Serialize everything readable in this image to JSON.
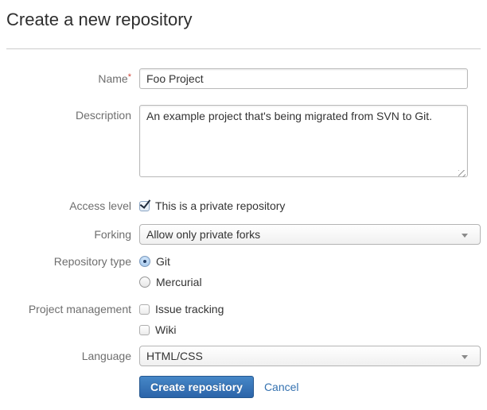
{
  "page": {
    "title": "Create a new repository"
  },
  "form": {
    "name": {
      "label": "Name",
      "required_marker": "*",
      "value": "Foo Project"
    },
    "description": {
      "label": "Description",
      "value": "An example project that's being migrated from SVN to Git."
    },
    "access_level": {
      "label": "Access level",
      "checkbox_label": "This is a private repository",
      "checked": true
    },
    "forking": {
      "label": "Forking",
      "selected_value": "Allow only private forks"
    },
    "repository_type": {
      "label": "Repository type",
      "options": [
        {
          "label": "Git",
          "selected": true
        },
        {
          "label": "Mercurial",
          "selected": false
        }
      ]
    },
    "project_management": {
      "label": "Project management",
      "options": [
        {
          "label": "Issue tracking",
          "checked": false
        },
        {
          "label": "Wiki",
          "checked": false
        }
      ]
    },
    "language": {
      "label": "Language",
      "selected_value": "HTML/CSS"
    },
    "actions": {
      "submit_label": "Create repository",
      "cancel_label": "Cancel"
    }
  },
  "colors": {
    "accent_link": "#3572b0",
    "button_gradient_top": "#4687c7",
    "button_gradient_bottom": "#2b64a9",
    "required_asterisk": "#d04437",
    "label_text": "#6e6e6e",
    "divider": "#cccccc"
  }
}
